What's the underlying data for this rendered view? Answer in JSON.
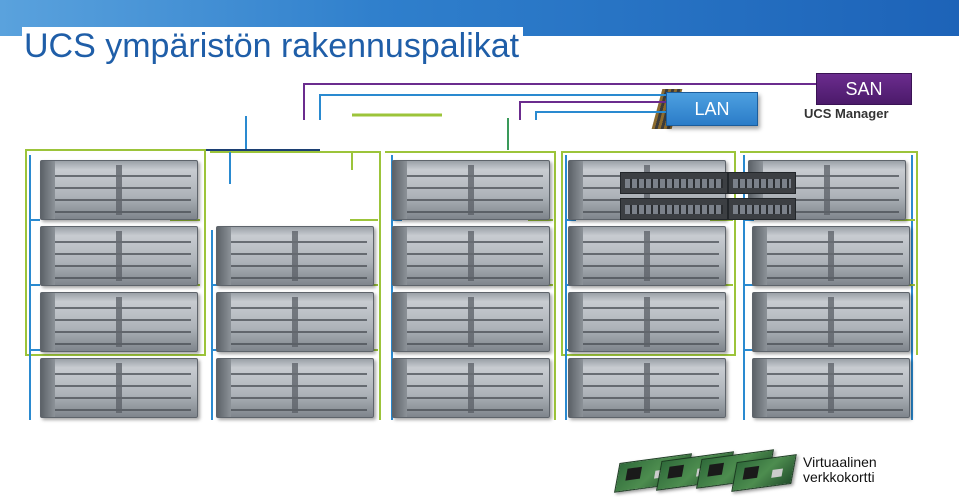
{
  "page": {
    "title": "UCS ympäristön rakennuspalikat"
  },
  "labels": {
    "lan": "LAN",
    "san": "SAN",
    "ucs_manager": "UCS Manager",
    "virtual_nic_line1": "Virtuaalinen",
    "virtual_nic_line2": "verkkokortti"
  },
  "colors": {
    "title": "#1f5ea8",
    "header_bar": "#2f7fcc",
    "lan_box": "#3b8fd6",
    "san_box": "#5a2380",
    "wire_blue": "#2a8ad0",
    "wire_green": "#9cc43a",
    "wire_purple": "#6b2c8e",
    "wire_navy": "#1c3f73"
  }
}
